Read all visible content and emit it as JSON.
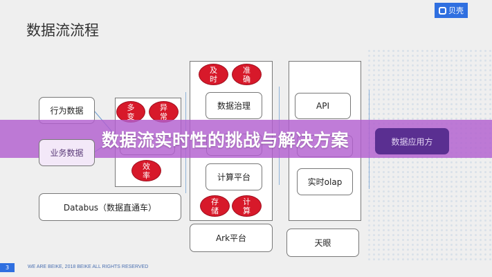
{
  "title": "数据流流程",
  "logo": {
    "text": "贝壳",
    "color": "#2f6fe0"
  },
  "sources": [
    "行为数据",
    "业务数据"
  ],
  "source_badges": [
    "多变",
    "异常",
    "效率"
  ],
  "databus": "Databus（数据直通车）",
  "platform_badges_top": [
    "及时",
    "准确"
  ],
  "governance": "数据治理",
  "compute": "计算平台",
  "platform_badges_bottom": [
    "存储",
    "计算"
  ],
  "ark": "Ark平台",
  "api": "API",
  "olap": "实时olap",
  "tianyan": "天眼",
  "consumer": "数据应用方",
  "banner": {
    "text": "数据流实时性的挑战与解决方案",
    "color": "#b25fd0"
  },
  "footer": {
    "page": "3",
    "text": "WE ARE BEIKE, 2018 BEIKE ALL RIGHTS RESERVED"
  }
}
